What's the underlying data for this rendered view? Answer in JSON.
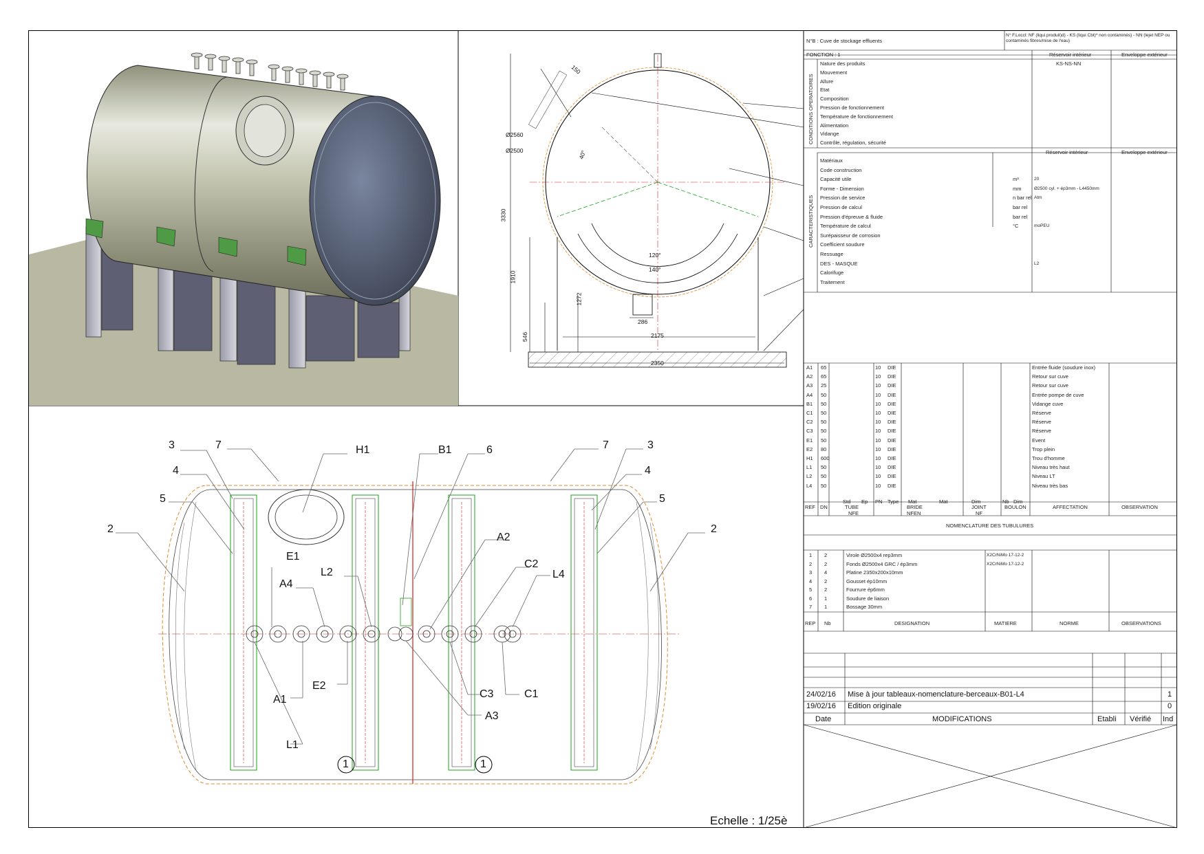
{
  "detail_view": {
    "labels": [
      {
        "key": "l3a",
        "text": "3"
      },
      {
        "key": "l7a",
        "text": "7"
      },
      {
        "key": "lH1",
        "text": "H1"
      },
      {
        "key": "lB1",
        "text": "B1"
      },
      {
        "key": "l6",
        "text": "6"
      },
      {
        "key": "l7b",
        "text": "7"
      },
      {
        "key": "l3b",
        "text": "3"
      },
      {
        "key": "l4a",
        "text": "4"
      },
      {
        "key": "l4b",
        "text": "4"
      },
      {
        "key": "l5a",
        "text": "5"
      },
      {
        "key": "l5b",
        "text": "5"
      },
      {
        "key": "l2a",
        "text": "2"
      },
      {
        "key": "l2b",
        "text": "2"
      },
      {
        "key": "lA2",
        "text": "A2"
      },
      {
        "key": "lE1",
        "text": "E1"
      },
      {
        "key": "lA4",
        "text": "A4"
      },
      {
        "key": "lL2",
        "text": "L2"
      },
      {
        "key": "lC2",
        "text": "C2"
      },
      {
        "key": "lL4",
        "text": "L4"
      },
      {
        "key": "lA1",
        "text": "A1"
      },
      {
        "key": "lE2",
        "text": "E2"
      },
      {
        "key": "lC3",
        "text": "C3"
      },
      {
        "key": "lC1",
        "text": "C1"
      },
      {
        "key": "lA3",
        "text": "A3"
      },
      {
        "key": "lL1",
        "text": "L1"
      },
      {
        "key": "lone1",
        "text": "1"
      },
      {
        "key": "lone2",
        "text": "1"
      }
    ],
    "scale_text": "Echelle : 1/25è"
  },
  "side_view": {
    "dims": {
      "d150": "150",
      "dD2560": "Ø2560",
      "dD2500": "Ø2500",
      "d40": "40°",
      "d3330": "3330",
      "d1910": "1910",
      "d1272": "1272",
      "d546": "546",
      "d120": "120°",
      "d140": "140°",
      "d286": "286",
      "d2175": "2175",
      "d2350": "2350"
    }
  },
  "title_block": {
    "header_left": "N°B : Cuve de stockage effluents",
    "header_right": "N° F.Loccl: NF (liqui produit)d) - KS (liqui Cbt)* non contaminés) - NN (lejet NEP ou contaminés fibres/mise de l'eau)",
    "fonction": "FONCTION : 1",
    "col_interior": "Réservoir intérieur",
    "col_exterior": "Enveloppe extérieur",
    "conditions_label": "CONDITIONS OPERATOIRES",
    "conditions_rows": [
      "Nature des produits",
      "Mouvement",
      "Allure",
      "Etat",
      "Composition",
      "Pression de fonctionnement",
      "Température de fonctionnement",
      "Alimentation",
      "Vidange",
      "Contrôle, régulation, sécurité"
    ],
    "conditions_values": {
      "nature": "KS-NS-NN"
    },
    "caracteristiques_label": "CARACTERISTIQUES",
    "carac_col_interior": "Réservoir intérieur",
    "carac_col_exterior": "Enveloppe extérieur",
    "carac_rows": [
      {
        "label": "Matériaux",
        "unit": "",
        "value": ""
      },
      {
        "label": "Code construction",
        "unit": "",
        "value": ""
      },
      {
        "label": "Capacité utile",
        "unit": "m³",
        "value": "20"
      },
      {
        "label": "Forme - Dimension",
        "unit": "mm",
        "value": "Ø2500 cyl. + ép3mm - L4450mm"
      },
      {
        "label": "Pression de service",
        "unit": "n bar rel",
        "value": "Atm"
      },
      {
        "label": "Pression de calcul",
        "unit": "bar rel",
        "value": ""
      },
      {
        "label": "Pression d'épreuve & fluide",
        "unit": "bar rel",
        "value": ""
      },
      {
        "label": "Température de calcul",
        "unit": "°C",
        "value": "moPEU"
      },
      {
        "label": "Surépaisseur de corrosion",
        "unit": "",
        "value": ""
      },
      {
        "label": "Coefficient soudure",
        "unit": "",
        "value": ""
      },
      {
        "label": "Ressuage",
        "unit": "",
        "value": ""
      },
      {
        "label": "DES - MASQUE",
        "unit": "",
        "value": "L2"
      },
      {
        "label": "Calorifuge",
        "unit": "",
        "value": ""
      },
      {
        "label": "Traitement",
        "unit": "",
        "value": ""
      }
    ],
    "nozzles": [
      {
        "ref": "A1",
        "dn": "65",
        "pn": "10",
        "type": "DIE",
        "affect": "Entrée fluide (soudure inox)"
      },
      {
        "ref": "A2",
        "dn": "65",
        "pn": "10",
        "type": "DIE",
        "affect": "Retour sur cuve"
      },
      {
        "ref": "A3",
        "dn": "25",
        "pn": "10",
        "type": "DIE",
        "affect": "Retour sur cuve"
      },
      {
        "ref": "A4",
        "dn": "50",
        "pn": "10",
        "type": "DIE",
        "affect": "Entrée pompe de cuve"
      },
      {
        "ref": "B1",
        "dn": "50",
        "pn": "10",
        "type": "DIE",
        "affect": "Vidange cuve"
      },
      {
        "ref": "C1",
        "dn": "50",
        "pn": "10",
        "type": "DIE",
        "affect": "Réserve"
      },
      {
        "ref": "C2",
        "dn": "50",
        "pn": "10",
        "type": "DIE",
        "affect": "Réserve"
      },
      {
        "ref": "C3",
        "dn": "50",
        "pn": "10",
        "type": "DIE",
        "affect": "Réserve"
      },
      {
        "ref": "E1",
        "dn": "50",
        "pn": "10",
        "type": "DIE",
        "affect": "Event"
      },
      {
        "ref": "E2",
        "dn": "80",
        "pn": "10",
        "type": "DIE",
        "affect": "Trop plein"
      },
      {
        "ref": "H1",
        "dn": "600",
        "pn": "10",
        "type": "DIE",
        "affect": "Trou d'homme"
      },
      {
        "ref": "L1",
        "dn": "50",
        "pn": "10",
        "type": "DIE",
        "affect": "Niveau très haut"
      },
      {
        "ref": "L2",
        "dn": "50",
        "pn": "10",
        "type": "DIE",
        "affect": "Niveau LT"
      },
      {
        "ref": "L4",
        "dn": "50",
        "pn": "10",
        "type": "DIE",
        "affect": "Niveau très bas"
      }
    ],
    "nozzle_header": {
      "ref": "REF",
      "dn": "DN",
      "tube": "TUBE",
      "tube_sub": "NFE",
      "bride": "BRIDE",
      "bride_sub": "NFEN",
      "joint": "JOINT",
      "joint_sub": "NF",
      "boulon": "BOULON",
      "affect": "AFFECTATION",
      "obs": "OBSERVATION",
      "sub1": "Std",
      "sub2": "Ep",
      "sub3": "PN",
      "sub4": "Type",
      "sub5": "Mat",
      "sub6": "Mat",
      "sub7": "Dim",
      "sub8": "Nb",
      "sub9": "Dim"
    },
    "nomenclature_title": "NOMENCLATURE DES TUBULURES",
    "parts": [
      {
        "rep": "1",
        "nb": "2",
        "desig": "Virole Ø2500x4 rep3mm",
        "mat": "X2CrNiMo 17-12-2"
      },
      {
        "rep": "2",
        "nb": "2",
        "desig": "Fonds Ø2500x4 GRC / ép3mm",
        "mat": "X2CrNiMo 17-12-2"
      },
      {
        "rep": "3",
        "nb": "4",
        "desig": "Platine 2350x200x10mm",
        "mat": ""
      },
      {
        "rep": "4",
        "nb": "2",
        "desig": "Gousset ép10mm",
        "mat": ""
      },
      {
        "rep": "5",
        "nb": "2",
        "desig": "Fourrure ép6mm",
        "mat": ""
      },
      {
        "rep": "6",
        "nb": "1",
        "desig": "Soudure de liaison",
        "mat": ""
      },
      {
        "rep": "7",
        "nb": "1",
        "desig": "Bossage 30mm",
        "mat": ""
      }
    ],
    "parts_header": {
      "rep": "REP",
      "nb": "Nb",
      "desig": "DESIGNATION",
      "mat": "MATIERE",
      "norme": "NORME",
      "obs": "OBSERVATIONS"
    },
    "revisions": [
      {
        "date": "24/02/16",
        "mod": "Mise à jour tableaux-nomenclature-berceaux-B01-L4",
        "ind": "1"
      },
      {
        "date": "19/02/16",
        "mod": "Edition originale",
        "ind": "0"
      }
    ],
    "rev_header": {
      "date": "Date",
      "mod": "MODIFICATIONS",
      "etabli": "Etabli",
      "verifie": "Vérifié",
      "ind": "Ind"
    }
  },
  "colors": {
    "line": "#000000",
    "green": "#1aa31a",
    "red": "#d42020",
    "orange": "#e08a2a",
    "ground": "#b8b9a2",
    "shell": "#a9ac94"
  }
}
